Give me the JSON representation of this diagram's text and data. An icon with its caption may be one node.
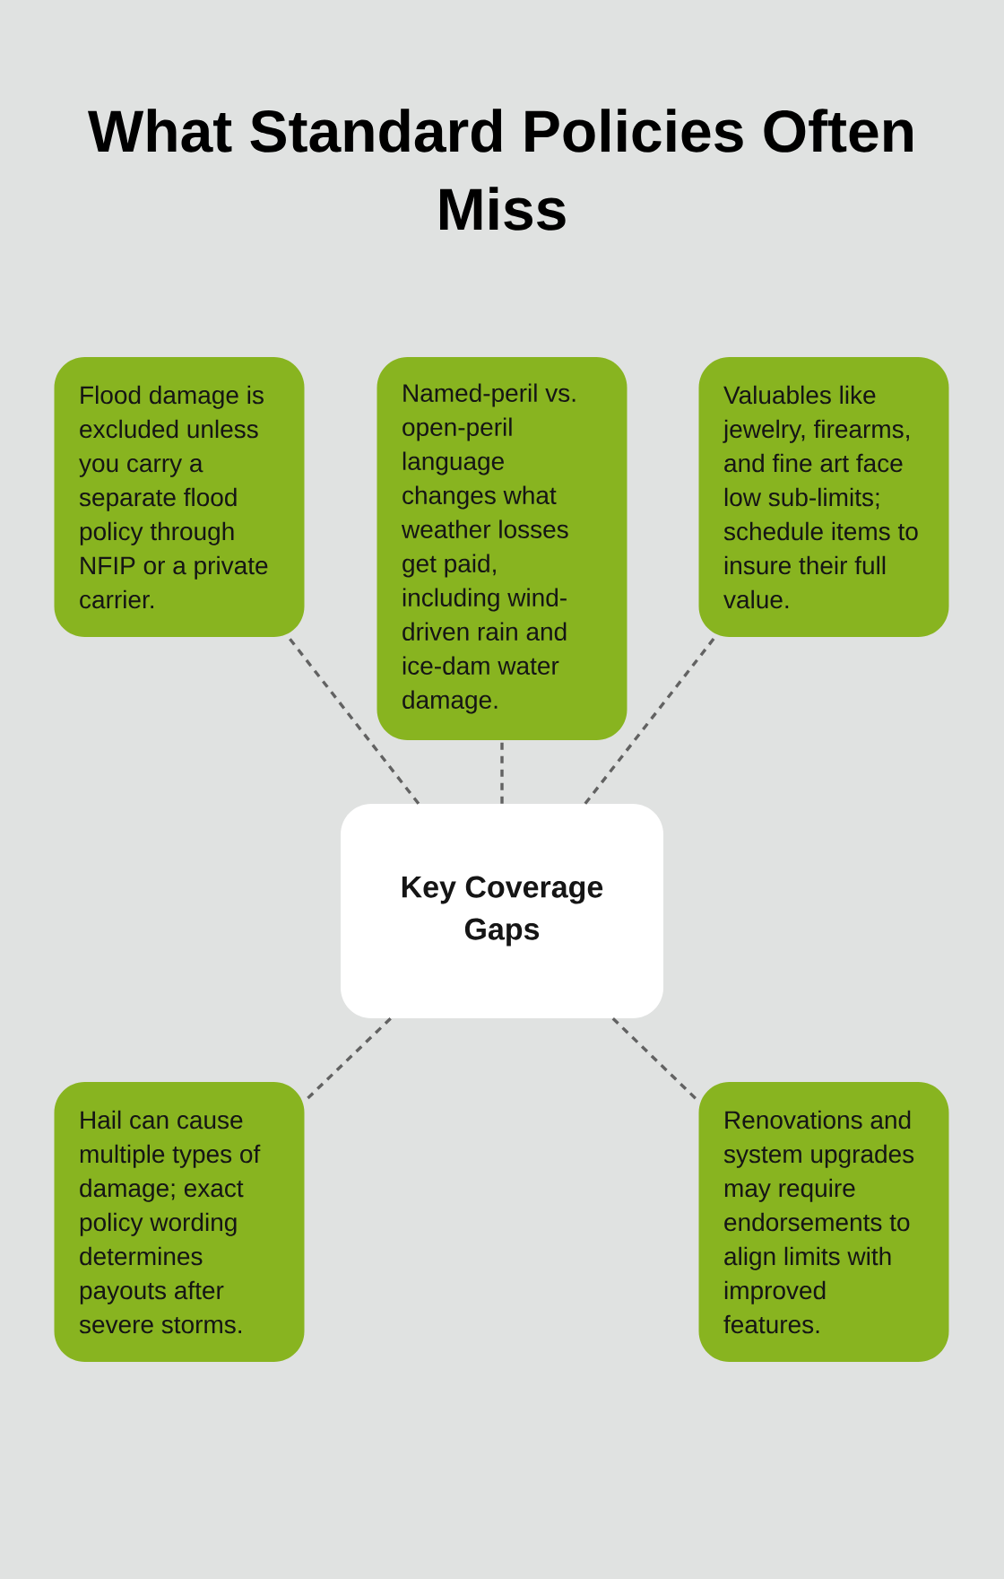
{
  "diagram": {
    "title": "What Standard Policies Often Miss",
    "nodes": [
      {
        "text": [
          "Flood damage is excluded unless you carry a separate flood policy through NFIP or a private carrier."
        ]
      },
      {
        "text": [
          "Named-peril vs. open-peril language changes what weather losses get paid, including wind-driven rain and ice-dam water damage."
        ]
      },
      {
        "text": [
          "Valuables like jewelry, firearms, and fine art face low sub-limits; schedule items to insure their full value."
        ]
      },
      {
        "text": [
          "Key Coverage Gaps"
        ]
      },
      {
        "text": [
          "Hail can cause multiple types of damage; exact policy wording determines payouts after severe storms."
        ]
      },
      {
        "text": [
          "Renovations and system upgrades may require endorsements to align limits with improved features."
        ]
      }
    ],
    "edges": [
      {
        "from": 3,
        "to": 0,
        "arrow": "none",
        "style": "dashed"
      },
      {
        "from": 3,
        "to": 1,
        "arrow": "none",
        "style": "dashed"
      },
      {
        "from": 3,
        "to": 2,
        "arrow": "none",
        "style": "dashed"
      },
      {
        "from": 3,
        "to": 4,
        "arrow": "none",
        "style": "dashed"
      },
      {
        "from": 3,
        "to": 5,
        "arrow": "none",
        "style": "dashed"
      }
    ]
  }
}
